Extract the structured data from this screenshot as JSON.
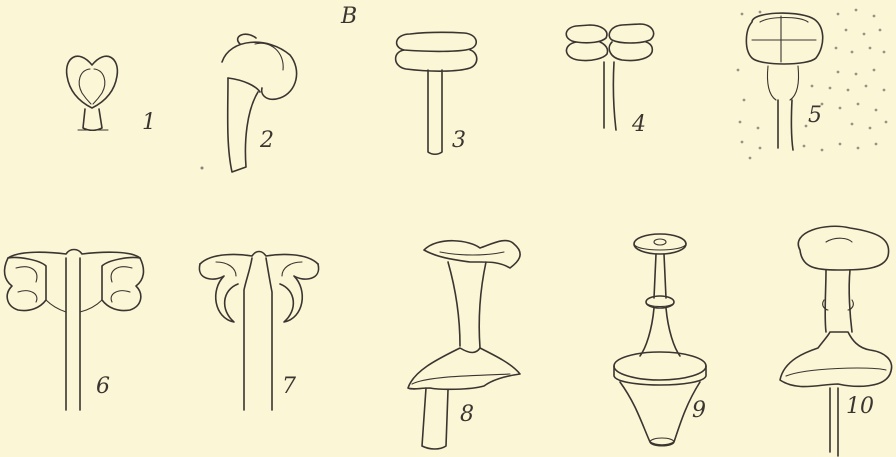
{
  "plate": {
    "section_letter": "B",
    "background": "#fbf6d6",
    "ink": "#3a3530"
  },
  "figures": [
    {
      "label": "1",
      "icon": "rounded-pore-apparatus-icon"
    },
    {
      "label": "2",
      "icon": "curved-stalk-bulb-icon"
    },
    {
      "label": "3",
      "icon": "double-disc-stalk-icon"
    },
    {
      "label": "4",
      "icon": "four-lobed-disc-stalk-icon"
    },
    {
      "label": "5",
      "icon": "lobed-cap-in-tissue-icon"
    },
    {
      "label": "6",
      "icon": "open-lobed-stalk-icon"
    },
    {
      "label": "7",
      "icon": "hooked-lobe-stalk-icon"
    },
    {
      "label": "8",
      "icon": "flared-spool-icon"
    },
    {
      "label": "9",
      "icon": "disc-on-column-icon"
    },
    {
      "label": "10",
      "icon": "cushion-spool-icon"
    }
  ]
}
